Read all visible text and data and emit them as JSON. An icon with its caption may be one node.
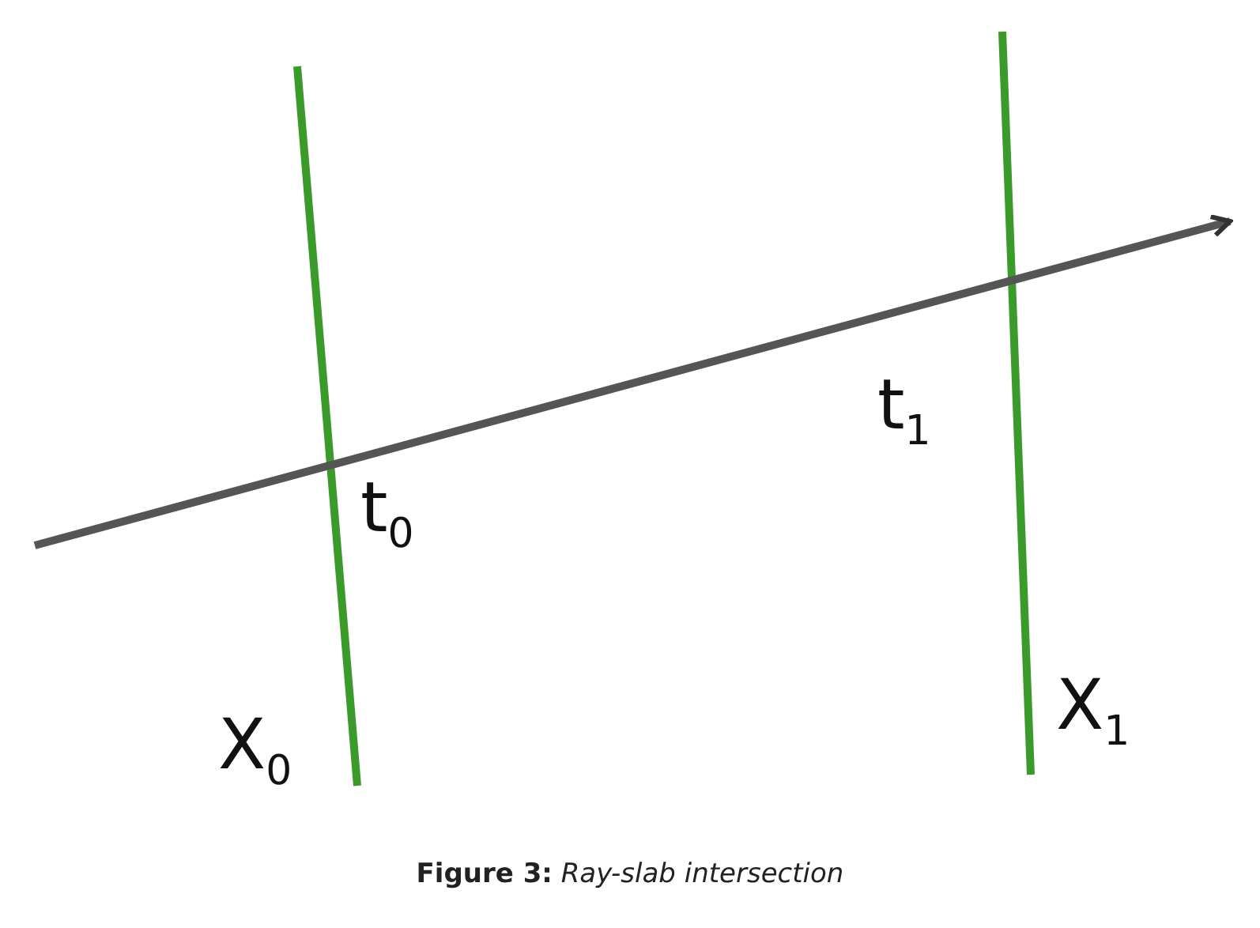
{
  "diagram": {
    "caption": "**Figure 3:** *Ray-slab intersection*",
    "labels": [
      "t$_{1}$",
      "t$_{0}$",
      "X$_{0}$",
      "X$_{1}$"
    ]
  }
}
